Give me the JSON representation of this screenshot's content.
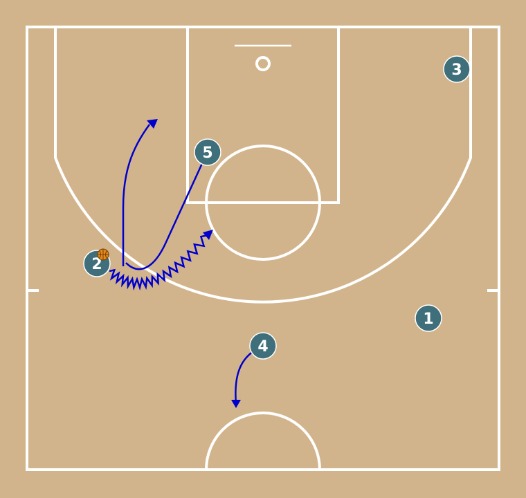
{
  "diagram": {
    "colors": {
      "court_bg": "#d2b48c",
      "court_lines": "#ffffff",
      "player_fill": "#3f6f7a",
      "player_text": "#ffffff",
      "movement": "#0000cc",
      "ball": "#e08a1e"
    },
    "players": [
      {
        "id": "p1",
        "label": "1"
      },
      {
        "id": "p2",
        "label": "2",
        "has_ball": true
      },
      {
        "id": "p3",
        "label": "3"
      },
      {
        "id": "p4",
        "label": "4"
      },
      {
        "id": "p5",
        "label": "5"
      }
    ],
    "movements": [
      {
        "player": "2",
        "type": "cut"
      },
      {
        "player": "5",
        "type": "cut"
      },
      {
        "player": "2",
        "type": "dribble"
      },
      {
        "player": "4",
        "type": "cut"
      }
    ]
  }
}
